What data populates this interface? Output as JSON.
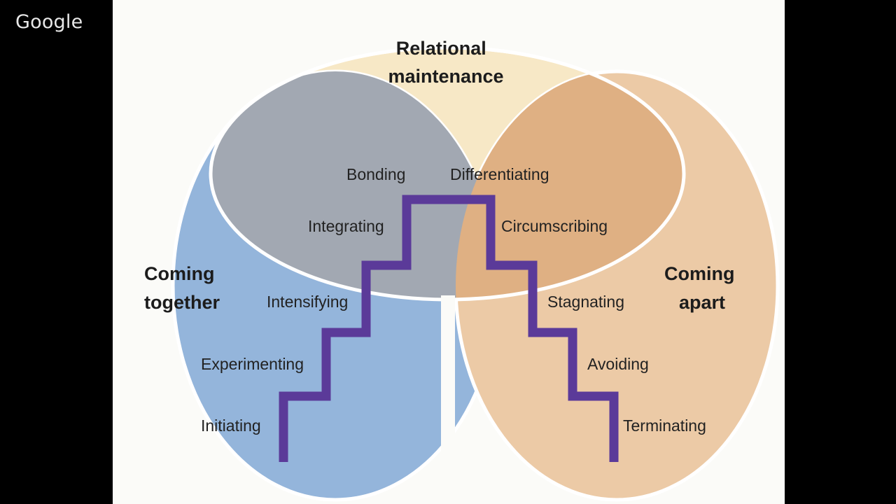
{
  "watermark": "Google",
  "diagram": {
    "regions": {
      "relational_maintenance": [
        "Relational",
        "maintenance"
      ],
      "coming_together": [
        "Coming",
        "together"
      ],
      "coming_apart": [
        "Coming",
        "apart"
      ]
    },
    "stages": {
      "initiating": "Initiating",
      "experimenting": "Experimenting",
      "intensifying": "Intensifying",
      "integrating": "Integrating",
      "bonding": "Bonding",
      "differentiating": "Differentiating",
      "circumscribing": "Circumscribing",
      "stagnating": "Stagnating",
      "avoiding": "Avoiding",
      "terminating": "Terminating"
    },
    "colors": {
      "relational_maintenance": "#f7e8c6",
      "coming_together": "#94b5db",
      "coming_apart": "#eccaa6",
      "overlap_together": "#a2a8b2",
      "overlap_apart": "#dfb083",
      "staircase": "#5b3a99"
    }
  }
}
